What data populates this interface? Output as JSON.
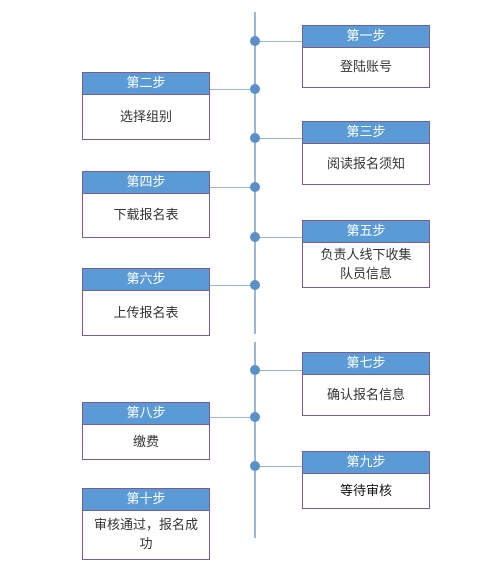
{
  "steps": [
    {
      "title": "第一步",
      "text": "登陆账号"
    },
    {
      "title": "第二步",
      "text": "选择组别"
    },
    {
      "title": "第三步",
      "text": "阅读报名须知"
    },
    {
      "title": "第四步",
      "text": "下载报名表"
    },
    {
      "title": "第五步",
      "text": "负责人线下收集\n队员信息"
    },
    {
      "title": "第六步",
      "text": "上传报名表"
    },
    {
      "title": "第七步",
      "text": "确认报名信息"
    },
    {
      "title": "第八步",
      "text": "缴费"
    },
    {
      "title": "第九步",
      "text": "等待审核"
    },
    {
      "title": "第十步",
      "text": "审核通过，报名成功"
    }
  ],
  "colors": {
    "header": "#5b9bd5",
    "border": "#7e5a99",
    "line": "#9ab7d6",
    "dot": "#5b8fc7"
  }
}
